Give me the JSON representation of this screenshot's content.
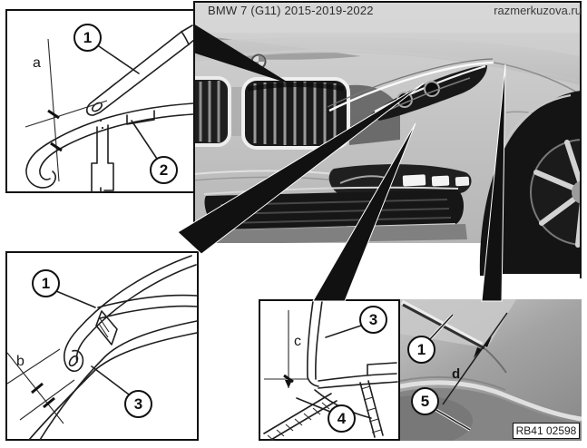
{
  "header": {
    "title": "BMW 7 (G11) 2015-2019-2022",
    "watermark": "razmerkuzova.ru"
  },
  "figure": {
    "code": "RB41 02598"
  },
  "panels": {
    "top_left": {
      "callout_1": "1",
      "callout_2": "2",
      "dim": "a"
    },
    "bottom_left": {
      "callout_1": "1",
      "callout_3": "3",
      "dim": "b"
    },
    "bottom_middle": {
      "callout_3": "3",
      "callout_4": "4",
      "dim": "c"
    },
    "bottom_right": {
      "callout_1": "1",
      "callout_5": "5",
      "dim": "d"
    }
  },
  "colors": {
    "line": "#1a1a1a",
    "panel_background": "#ffffff",
    "leader_fill": "#111111"
  }
}
